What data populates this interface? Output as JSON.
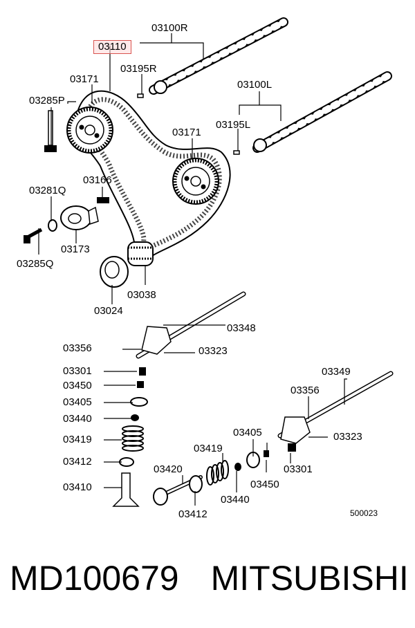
{
  "labels": {
    "camshaft_r": "03100R",
    "timing_belt": "03110",
    "key_r": "03195R",
    "sprocket_left": "03171",
    "bolt_top": "03285P",
    "camshaft_l": "03100L",
    "key_l": "03195L",
    "sprocket_right": "03171",
    "washer": "03281Q",
    "stud": "03166",
    "tensioner": "03173",
    "bolt_bottom": "03285Q",
    "plate": "03024",
    "crank_sprocket": "03038",
    "rocker_shaft_1": "03348",
    "rocker_arm_1": "03356",
    "adjuster_1": "03323",
    "screw_1": "03301",
    "nut_1": "03450",
    "seal_1": "03405",
    "retainer_1": "03440",
    "spring_1": "03419",
    "seat_1": "03412",
    "valve_1": "03410",
    "rocker_shaft_2": "03349",
    "rocker_arm_2": "03356",
    "seal_2": "03405",
    "adjuster_2": "03323",
    "spring_2": "03419",
    "valve_2": "03420",
    "screw_2": "03301",
    "nut_2": "03450",
    "retainer_2": "03440",
    "seat_2": "03412",
    "drawing_number": "500023"
  },
  "footer": {
    "part_number": "MD100679",
    "brand": "MITSUBISHI"
  },
  "colors": {
    "highlight": "#d9534f",
    "line": "#000000"
  }
}
